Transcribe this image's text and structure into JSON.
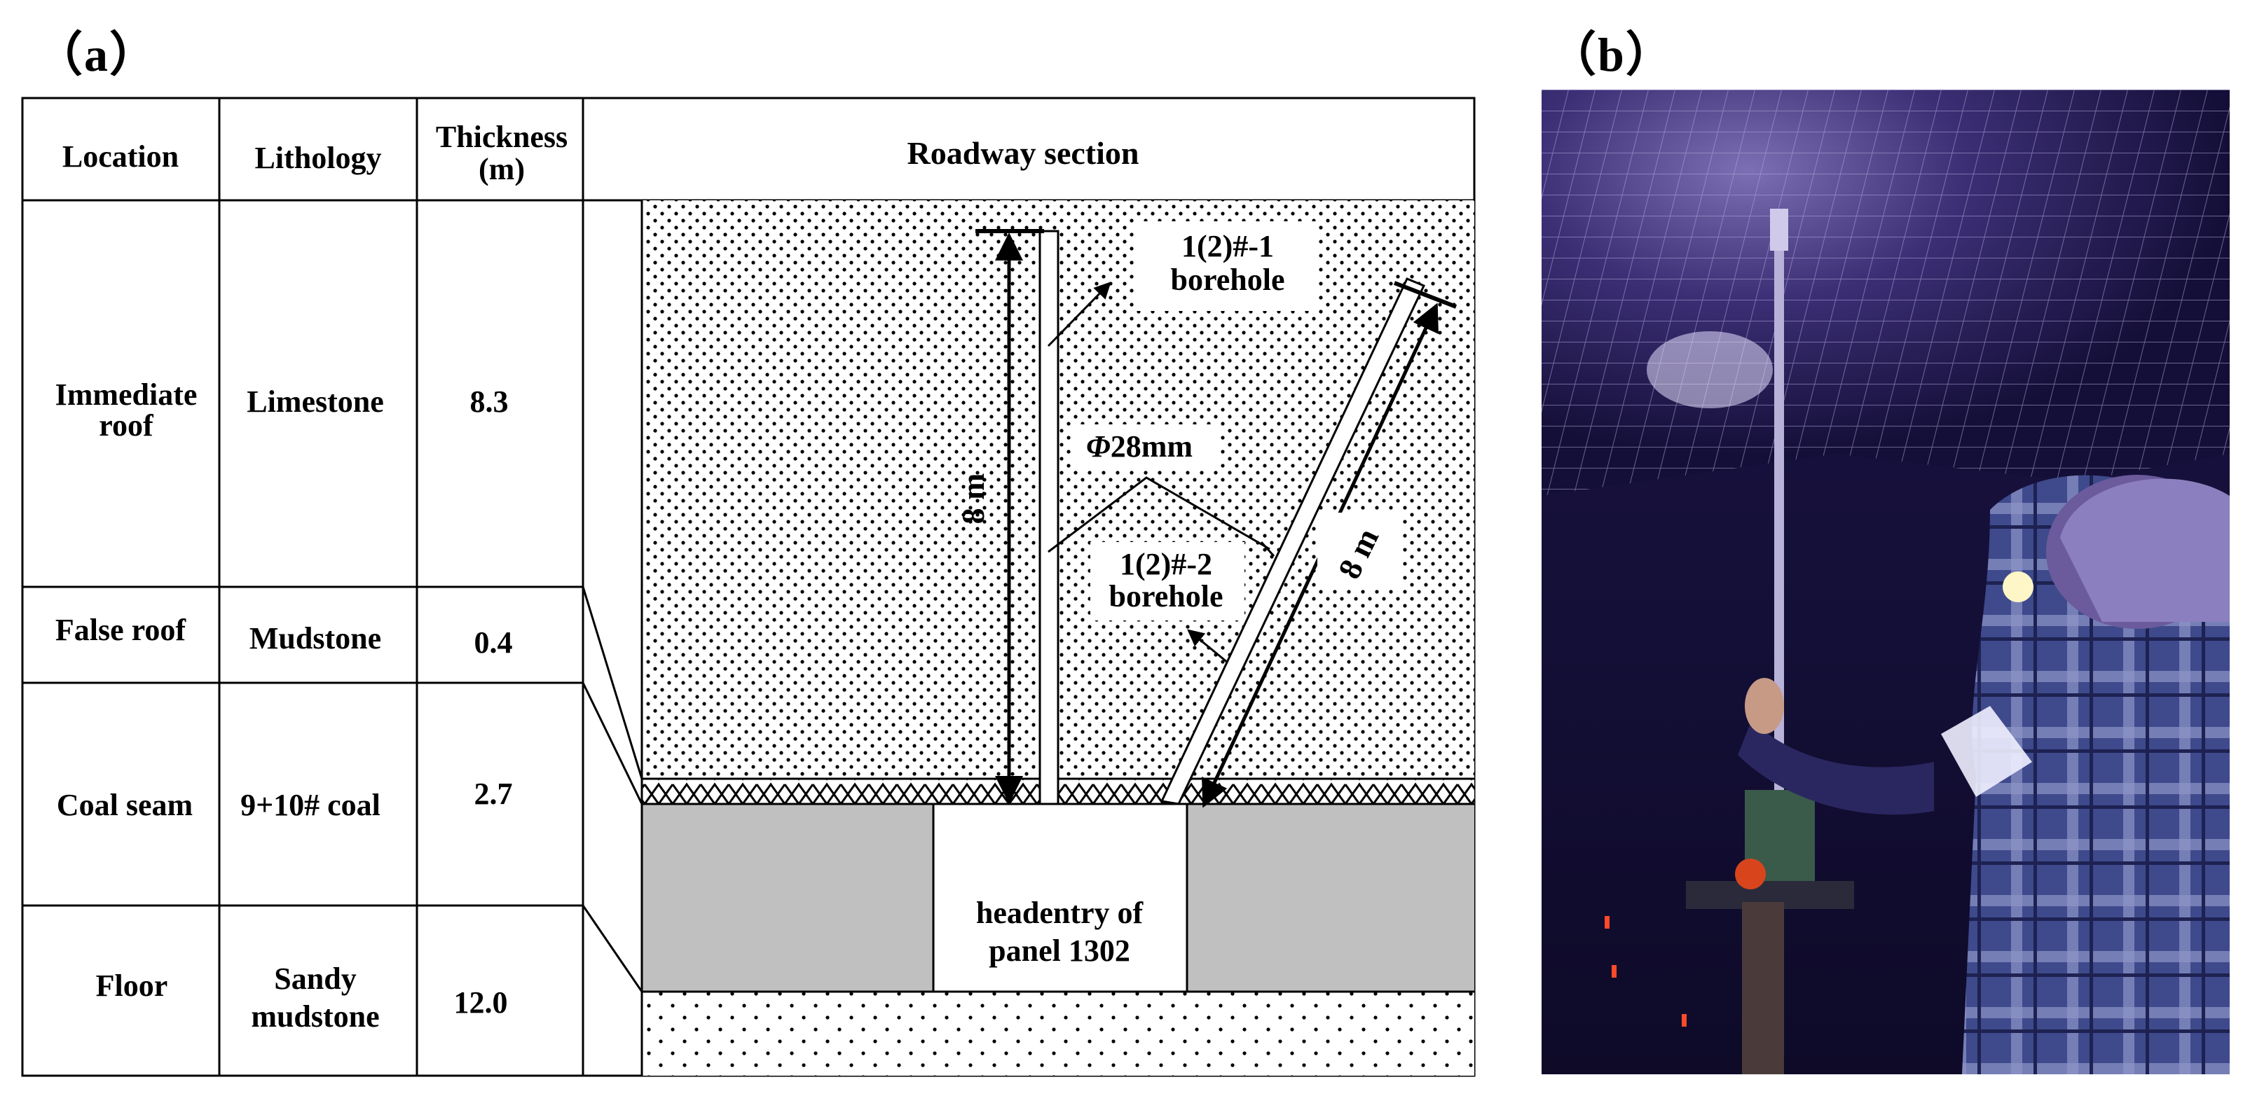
{
  "panel_a_label": "（a）",
  "panel_b_label": "（b）",
  "table": {
    "headers": {
      "location": "Location",
      "lithology": "Lithology",
      "thickness_line1": "Thickness",
      "thickness_line2": "(m)",
      "section": "Roadway section"
    },
    "rows": [
      {
        "location_line1": "Immediate",
        "location_line2": "roof",
        "lithology_line1": "Limestone",
        "lithology_line2": "",
        "thickness": "8.3"
      },
      {
        "location_line1": "False roof",
        "location_line2": "",
        "lithology_line1": "Mudstone",
        "lithology_line2": "",
        "thickness": "0.4"
      },
      {
        "location_line1": "Coal seam",
        "location_line2": "",
        "lithology_line1": "9+10# coal",
        "lithology_line2": "",
        "thickness": "2.7"
      },
      {
        "location_line1": "Floor",
        "location_line2": "",
        "lithology_line1": "Sandy",
        "lithology_line2": "mudstone",
        "thickness": "12.0"
      }
    ]
  },
  "section": {
    "borehole1_line1": "1(2)#-1",
    "borehole1_line2": "borehole",
    "borehole2_line1": "1(2)#-2",
    "borehole2_line2": "borehole",
    "diameter_symbol": "Φ",
    "diameter_value": "28mm",
    "length_vertical": "8 m",
    "length_inclined": "8 m",
    "entry_line1": "headentry of",
    "entry_line2": "panel 1302"
  },
  "colors": {
    "coal": "#c0c0c0",
    "line": "#000000",
    "photo_dark": "#1a1440",
    "photo_light": "#6a5c9a"
  }
}
